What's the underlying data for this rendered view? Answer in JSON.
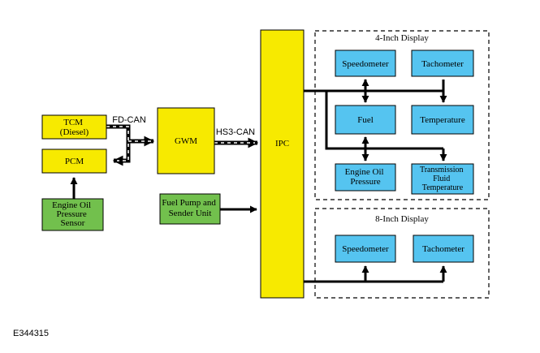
{
  "modules": {
    "tcm": [
      "TCM",
      "(Diesel)"
    ],
    "pcm": [
      "PCM"
    ],
    "gwm": [
      "GWM"
    ],
    "ipc": [
      "IPC"
    ],
    "oil_sensor": [
      "Engine Oil",
      "Pressure",
      "Sensor"
    ],
    "fuel_pump": [
      "Fuel Pump and",
      "Sender Unit"
    ]
  },
  "bus_labels": {
    "fd_can": "FD-CAN",
    "hs3_can": "HS3-CAN"
  },
  "display4": {
    "title": "4-Inch Display",
    "gauges": {
      "speedometer": [
        "Speedometer"
      ],
      "tachometer": [
        "Tachometer"
      ],
      "fuel": [
        "Fuel"
      ],
      "temperature": [
        "Temperature"
      ],
      "oil_pressure": [
        "Engine Oil",
        "Pressure"
      ],
      "trans_temp": [
        "Transmission",
        "Fluid",
        "Temperature"
      ]
    }
  },
  "display8": {
    "title": "8-Inch Display",
    "gauges": {
      "speedometer": [
        "Speedometer"
      ],
      "tachometer": [
        "Tachometer"
      ]
    }
  },
  "figure_id": "E344315",
  "colors": {
    "module": "#f7ea00",
    "gauge": "#55c4f0",
    "sensor": "#72c04d"
  }
}
